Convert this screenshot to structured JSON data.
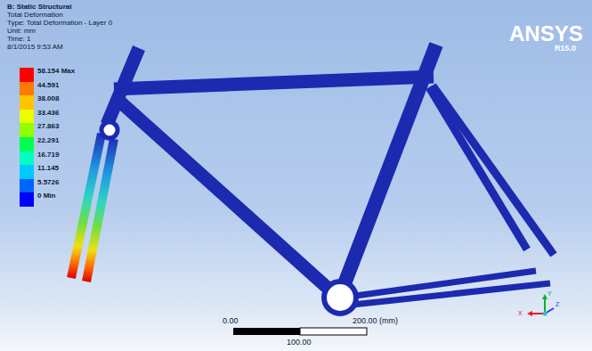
{
  "diagram": {
    "labels": [
      "B: Static Structural",
      "Total Deformation",
      "Type: Total Deformation - Layer 0",
      "Unit: mm",
      "Time: 1",
      "8/1/2015 9:53 AM",
      "ANSYS",
      "R15.0",
      "0.00",
      "200.00 (mm)",
      "100.00",
      "Y",
      "Z",
      "X"
    ],
    "legend": [
      {
        "text": "58.154 Max",
        "color": "#ff0000"
      },
      {
        "text": "44.591",
        "color": "#ff7a00"
      },
      {
        "text": "38.008",
        "color": "#ffc400"
      },
      {
        "text": "33.436",
        "color": "#eaff00"
      },
      {
        "text": "27.863",
        "color": "#90ff00"
      },
      {
        "text": "22.291",
        "color": "#00ff4c"
      },
      {
        "text": "16.719",
        "color": "#00ffc0"
      },
      {
        "text": "11.145",
        "color": "#00c8ff"
      },
      {
        "text": "5.5726",
        "color": "#0064ff"
      },
      {
        "text": "0 Min",
        "color": "#0000ff"
      }
    ]
  }
}
